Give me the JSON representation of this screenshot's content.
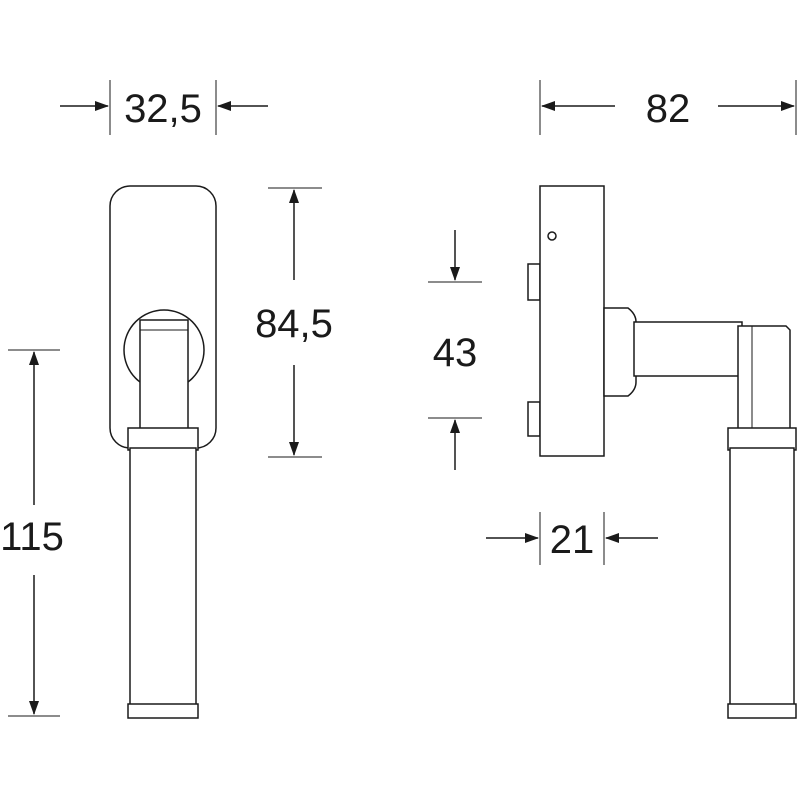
{
  "drawing": {
    "units": "mm",
    "dimensions": {
      "front_width": "32,5",
      "front_rose_height": "84,5",
      "front_lever_height": "115",
      "side_projection": "82",
      "side_fixing_distance": "43",
      "side_rose_depth": "21"
    },
    "colors": {
      "line": "#1a1a1a",
      "background": "#ffffff"
    }
  }
}
